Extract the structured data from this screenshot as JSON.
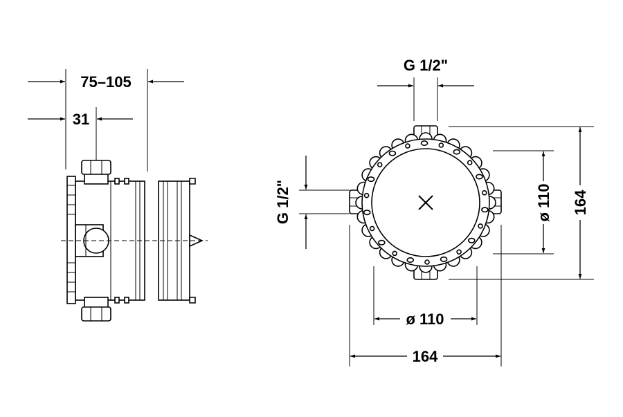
{
  "side_view": {
    "depth_dimension": "75–105",
    "offset_dimension": "31"
  },
  "front_view": {
    "top_thread": "G 1/2\"",
    "left_thread": "G 1/2\"",
    "inner_diameter_vertical": "ø 110",
    "outer_size_vertical": "164",
    "inner_diameter_horizontal": "ø 110",
    "outer_size_horizontal": "164"
  },
  "colors": {
    "line": "#000000",
    "background": "#ffffff"
  }
}
